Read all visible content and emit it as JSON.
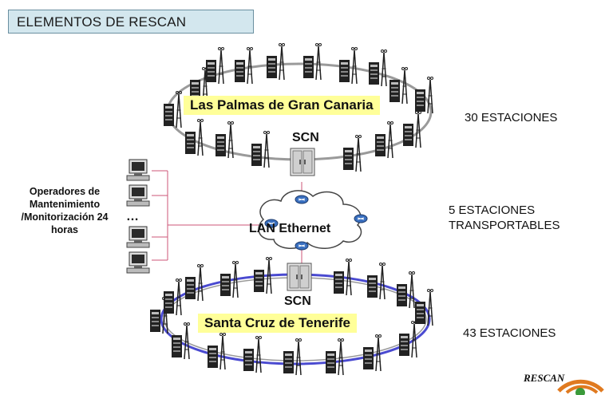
{
  "title": "ELEMENTOS DE RESCAN",
  "network_top": {
    "label": "Las Palmas de Gran Canaria",
    "hub": "SCN",
    "stations": "30 ESTACIONES"
  },
  "network_bottom": {
    "label": "Santa Cruz de Tenerife",
    "hub": "SCN",
    "stations": "43 ESTACIONES"
  },
  "transportable": "5 ESTACIONES\nTRANSPORTABLES",
  "lan": "LAN Ethernet",
  "operators": {
    "label": "Operadores de\nMantenimiento\n/Monitorización 24\nhoras",
    "ellipsis": "…"
  },
  "logo": {
    "text": "RESCAN"
  },
  "colors": {
    "ring_top": "#9a9a9a",
    "ring_bottom": "#4a4ad0",
    "label_bg": "#ffff99",
    "title_bg": "#d3e7ee"
  },
  "icons": [
    "tower-icon",
    "server-rack-icon",
    "computer-icon",
    "router-icon",
    "cloud-icon"
  ]
}
